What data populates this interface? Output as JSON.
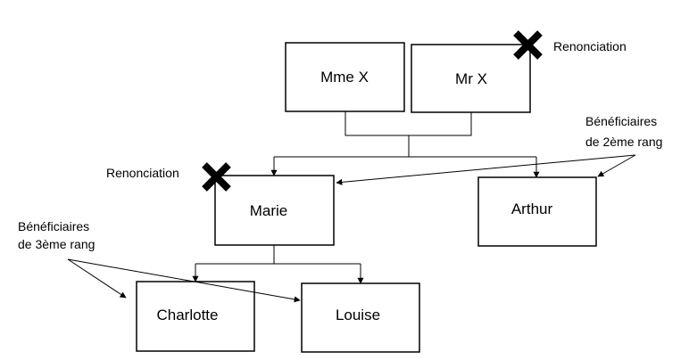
{
  "people": {
    "mme_x": "Mme X",
    "mr_x": "Mr X",
    "marie": "Marie",
    "arthur": "Arthur",
    "charlotte": "Charlotte",
    "louise": "Louise"
  },
  "annotations": {
    "renonciation_mr_x": "Renonciation",
    "renonciation_marie": "Renonciation",
    "beneficiaires_2": [
      "Bénéficiaires",
      "de 2ème rang"
    ],
    "beneficiaires_3": [
      "Bénéficiaires",
      "de 3ème rang"
    ]
  },
  "colors": {
    "line": "#000000",
    "background": "#ffffff"
  }
}
